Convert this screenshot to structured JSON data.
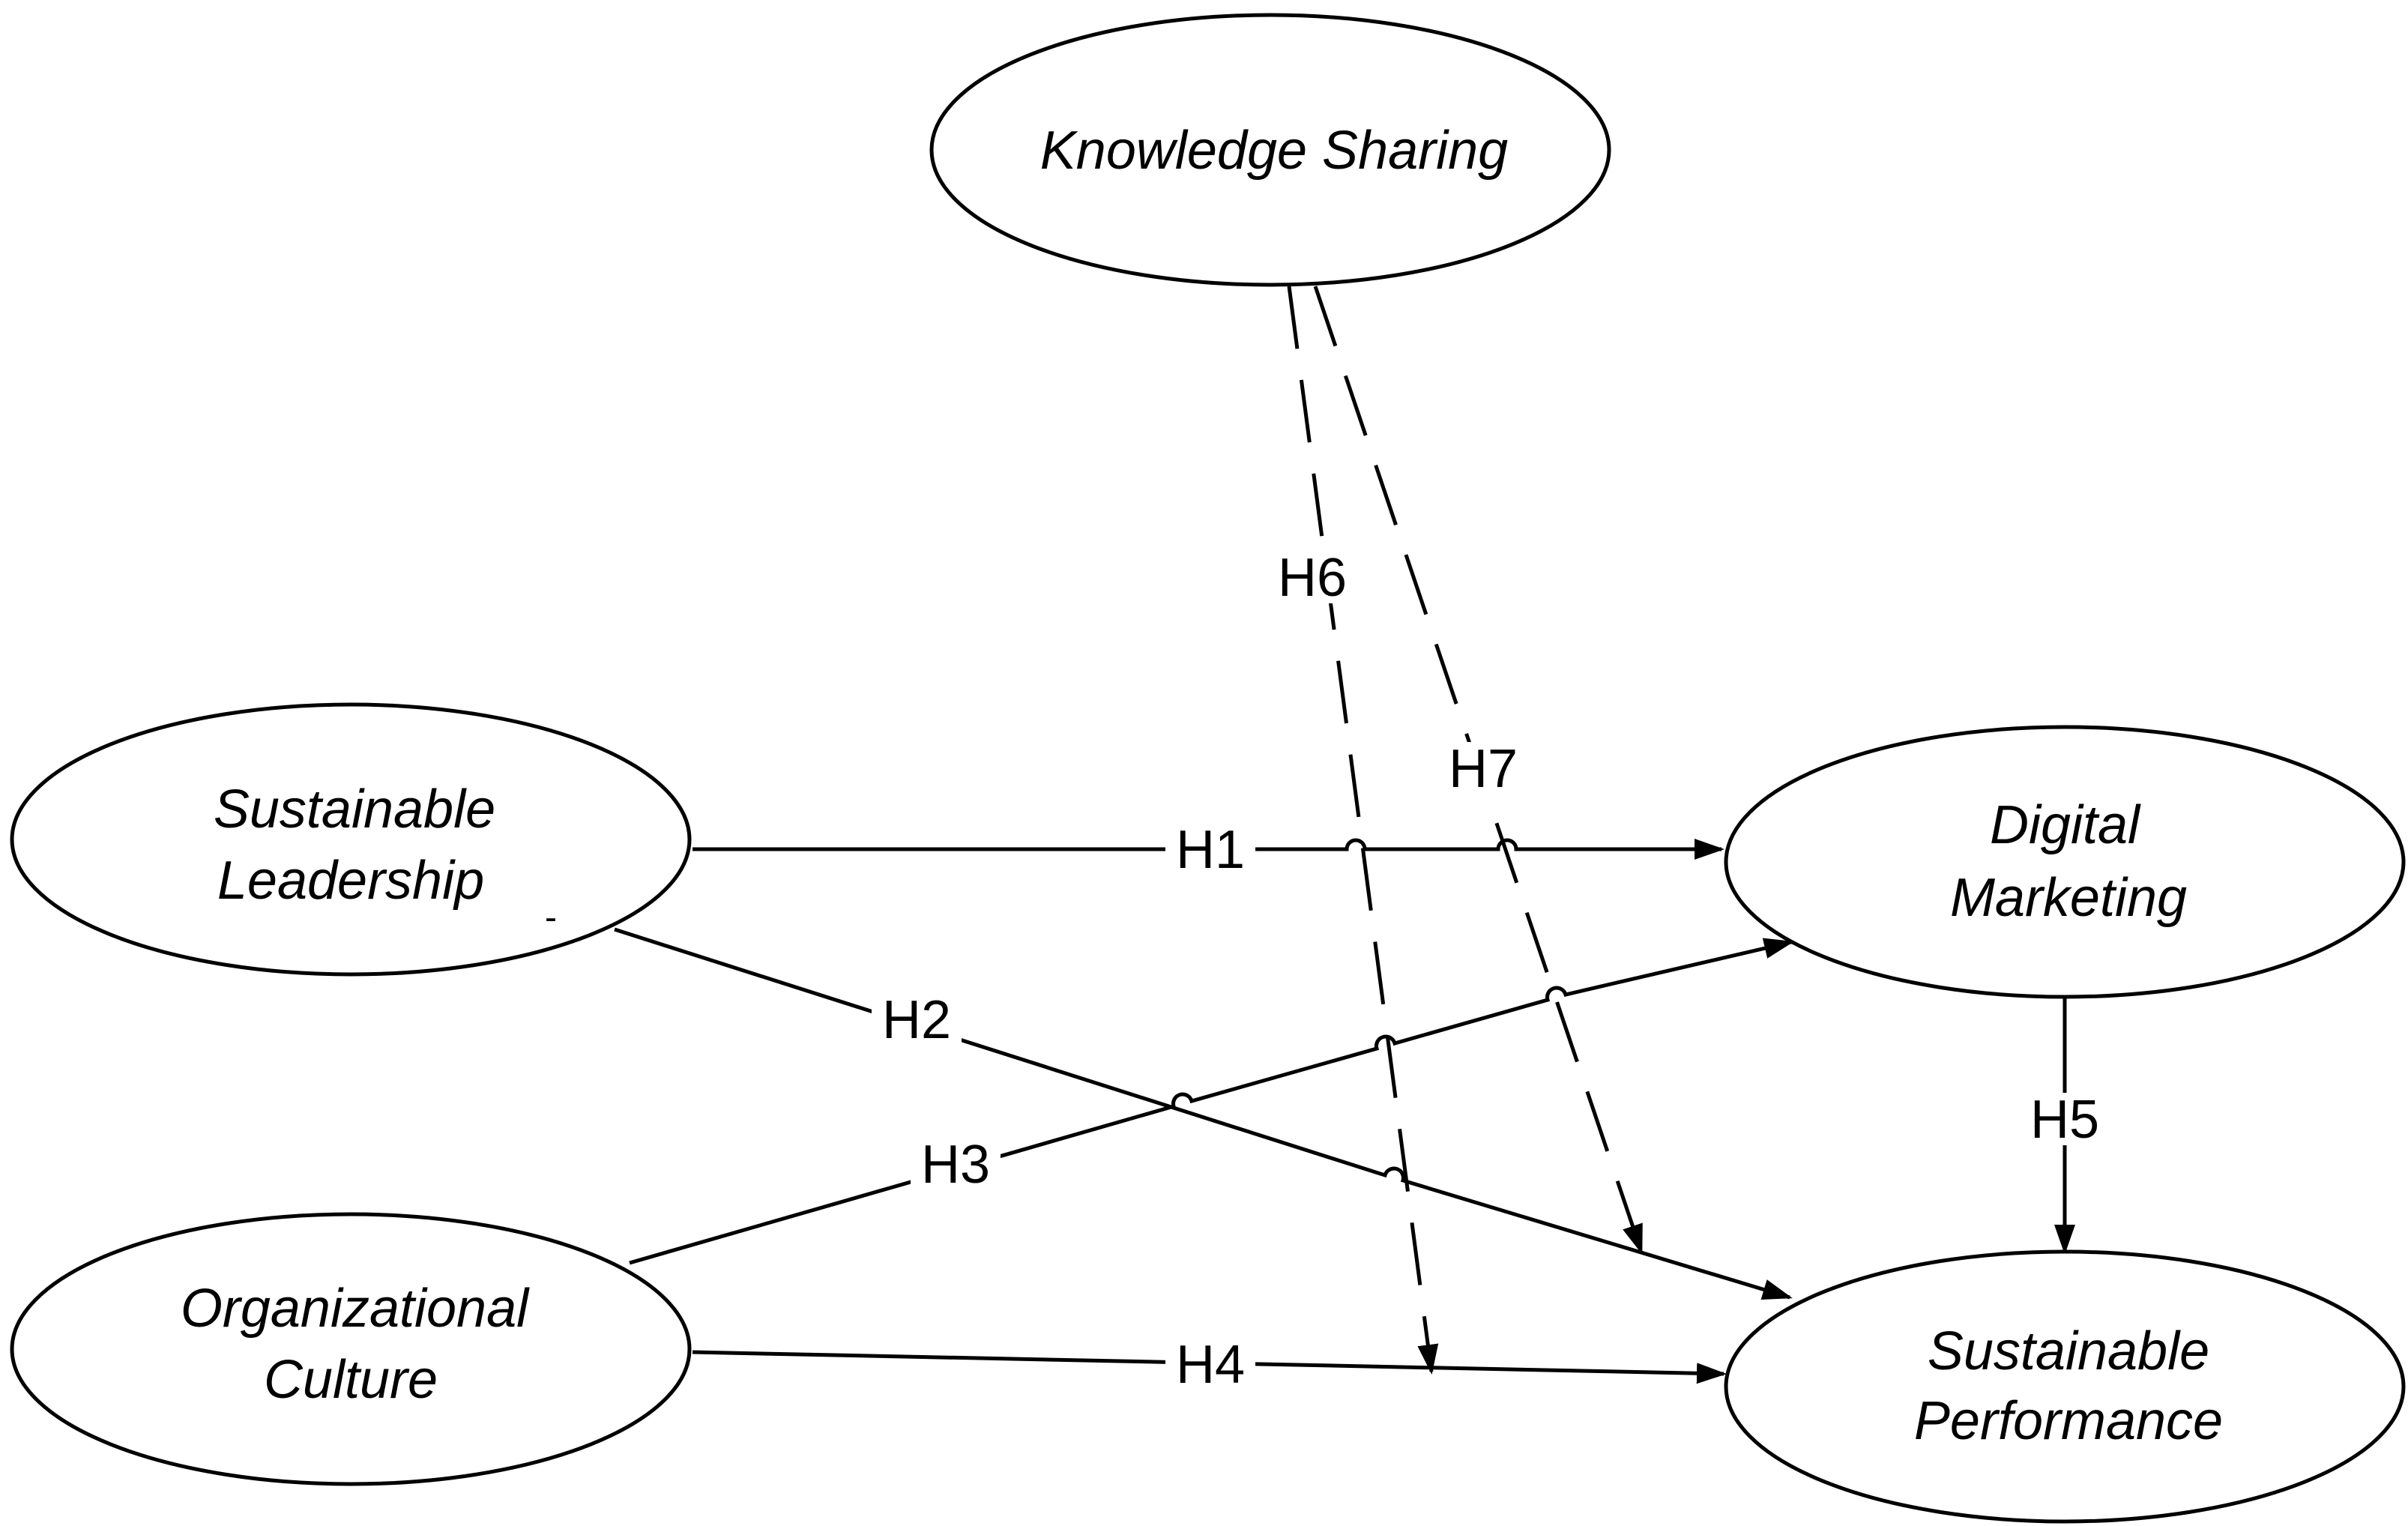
{
  "diagram": {
    "nodes": {
      "knowledge_sharing": {
        "lines": [
          "Knowledge Sharing"
        ]
      },
      "sustainable_leadership": {
        "lines": [
          "Sustainable",
          "Leadership"
        ]
      },
      "organizational_culture": {
        "lines": [
          "Organizational",
          "Culture"
        ]
      },
      "digital_marketing": {
        "lines": [
          "Digital",
          "Marketing"
        ]
      },
      "sustainable_performance": {
        "lines": [
          "Sustainable",
          "Performance"
        ]
      }
    },
    "edges": {
      "h1": {
        "label": "H1",
        "from": "Sustainable Leadership",
        "to": "Digital Marketing",
        "style": "solid"
      },
      "h2": {
        "label": "H2",
        "from": "Sustainable Leadership",
        "to": "Sustainable Performance",
        "style": "solid"
      },
      "h3": {
        "label": "H3",
        "from": "Organizational Culture",
        "to": "Digital Marketing",
        "style": "solid"
      },
      "h4": {
        "label": "H4",
        "from": "Organizational Culture",
        "to": "Sustainable Performance",
        "style": "solid"
      },
      "h5": {
        "label": "H5",
        "from": "Digital Marketing",
        "to": "Sustainable Performance",
        "style": "solid"
      },
      "h6": {
        "label": "H6",
        "from": "Knowledge Sharing",
        "to": "H4 path",
        "style": "dashed"
      },
      "h7": {
        "label": "H7",
        "from": "Knowledge Sharing",
        "to": "H2 path",
        "style": "dashed"
      }
    },
    "stray_mark": "-"
  }
}
